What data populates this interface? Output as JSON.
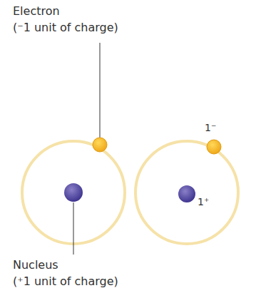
{
  "diagram": {
    "labels": [
      "Electron",
      "(⁻1 unit of charge)",
      "1⁻",
      "1⁺",
      "Nucleus",
      "(⁺1 unit of charge)"
    ]
  }
}
